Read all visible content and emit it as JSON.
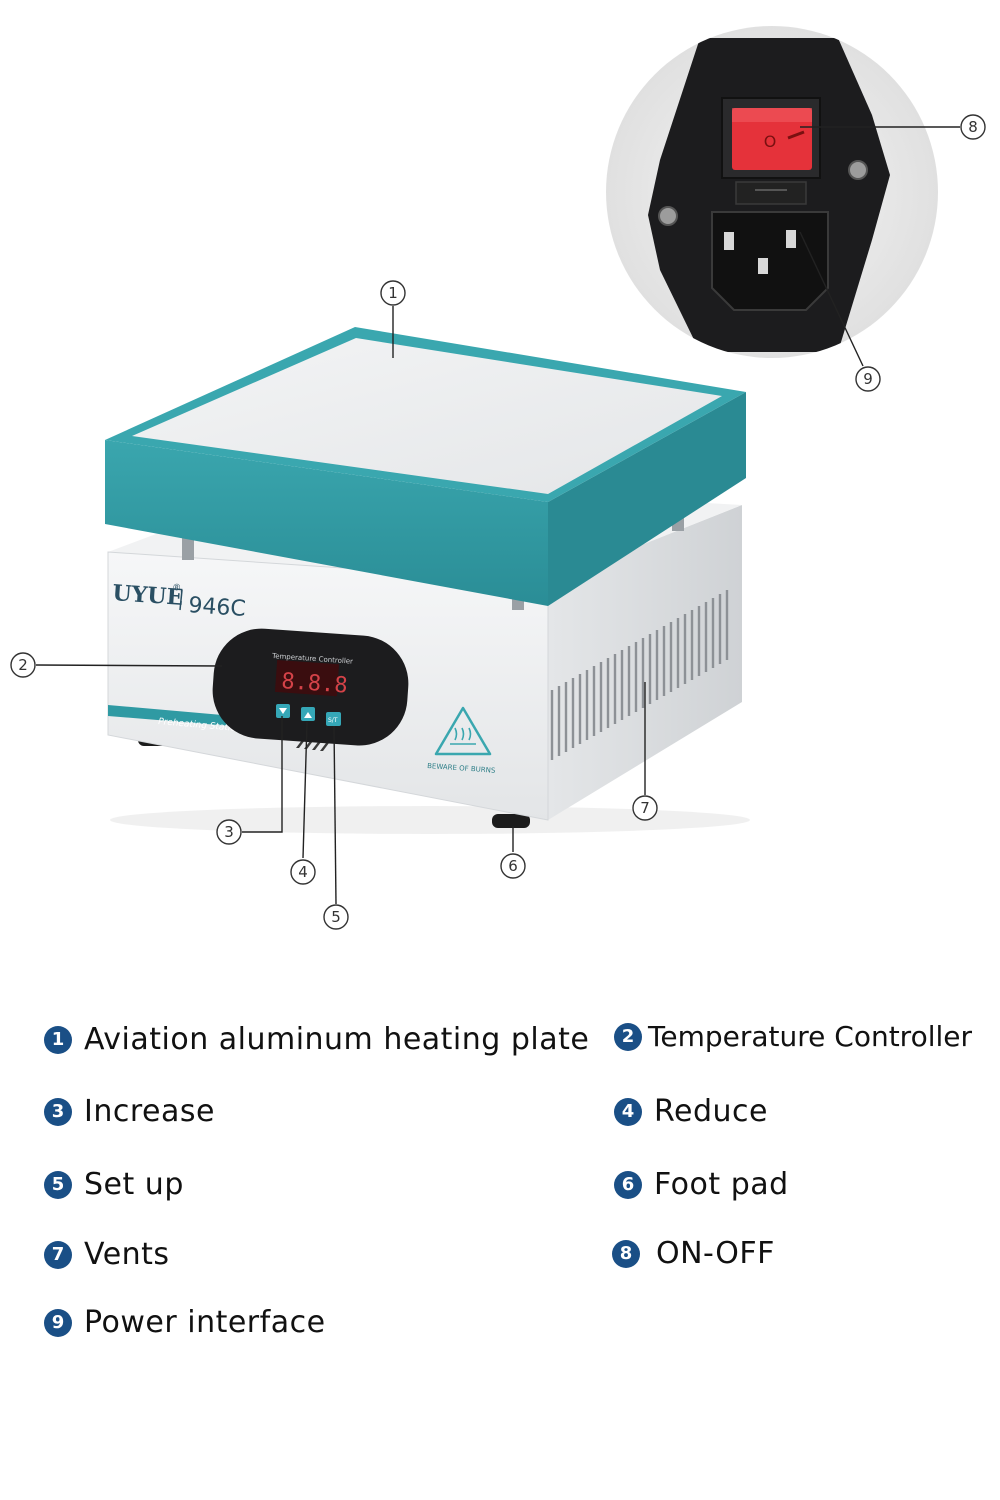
{
  "product": {
    "brand": "UYUE",
    "brand_mark": "®",
    "model": "946C",
    "panel_title": "Temperature Controller",
    "display": "8.8.8",
    "stripe_text": "Preheating Station",
    "warning_text": "BEWARE OF BURNS",
    "set_button": "S/T",
    "switch_symbol": "O"
  },
  "callouts": [
    {
      "num": "1"
    },
    {
      "num": "2"
    },
    {
      "num": "3"
    },
    {
      "num": "4"
    },
    {
      "num": "5"
    },
    {
      "num": "6"
    },
    {
      "num": "7"
    },
    {
      "num": "8"
    },
    {
      "num": "9"
    }
  ],
  "legend": [
    {
      "num": "1",
      "label": "Aviation aluminum heating plate"
    },
    {
      "num": "2",
      "label": "Temperature Controller"
    },
    {
      "num": "3",
      "label": "Increase"
    },
    {
      "num": "4",
      "label": "Reduce"
    },
    {
      "num": "5",
      "label": "Set up"
    },
    {
      "num": "6",
      "label": "Foot pad"
    },
    {
      "num": "7",
      "label": "Vents"
    },
    {
      "num": "8",
      "label": "ON-OFF"
    },
    {
      "num": "9",
      "label": "Power interface"
    }
  ],
  "colors": {
    "plate_teal": "#2f9aa3",
    "plate_top": "#eef0f1",
    "body": "#eceeef",
    "switch_red": "#e5323a",
    "legend_badge": "#1a4f86"
  }
}
